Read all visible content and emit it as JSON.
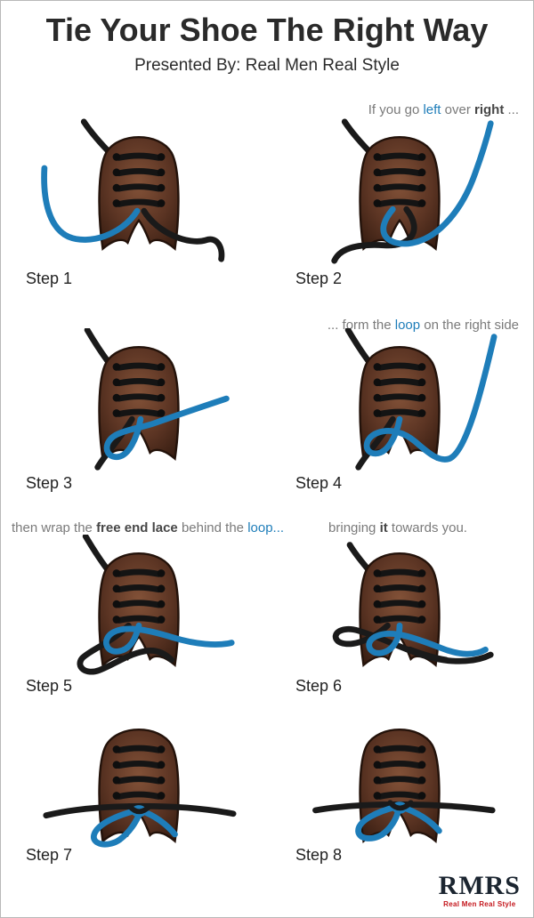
{
  "page": {
    "title": "Tie Your Shoe The Right Way",
    "subtitle": "Presented By: Real Men Real Style"
  },
  "annotations": {
    "a1": {
      "pre": "If you go ",
      "blue": "left",
      "mid": " over ",
      "bold": "right",
      "post": " ..."
    },
    "a2": {
      "pre": "... form the ",
      "blue": "loop",
      "post": " on the right side"
    },
    "a3": {
      "pre": "then wrap the ",
      "bold": "free end lace",
      "mid": " behind the ",
      "blue": "loop..."
    },
    "a4": {
      "pre": "bringing ",
      "bold": "it",
      "post": " towards you."
    }
  },
  "steps": [
    {
      "label": "Step 1"
    },
    {
      "label": "Step 2"
    },
    {
      "label": "Step 3"
    },
    {
      "label": "Step 4"
    },
    {
      "label": "Step 5"
    },
    {
      "label": "Step 6"
    },
    {
      "label": "Step 7"
    },
    {
      "label": "Step 8"
    }
  ],
  "logo": {
    "title": "RMRS",
    "subtitle": "Real Men Real Style"
  },
  "colors": {
    "lace_blue": "#1e7db9",
    "lace_black": "#1a1a1a",
    "annotation_gray": "#7a7a7a",
    "logo_navy": "#1b2530",
    "logo_red": "#c4161c",
    "shoe_brown": "#5b3423"
  }
}
